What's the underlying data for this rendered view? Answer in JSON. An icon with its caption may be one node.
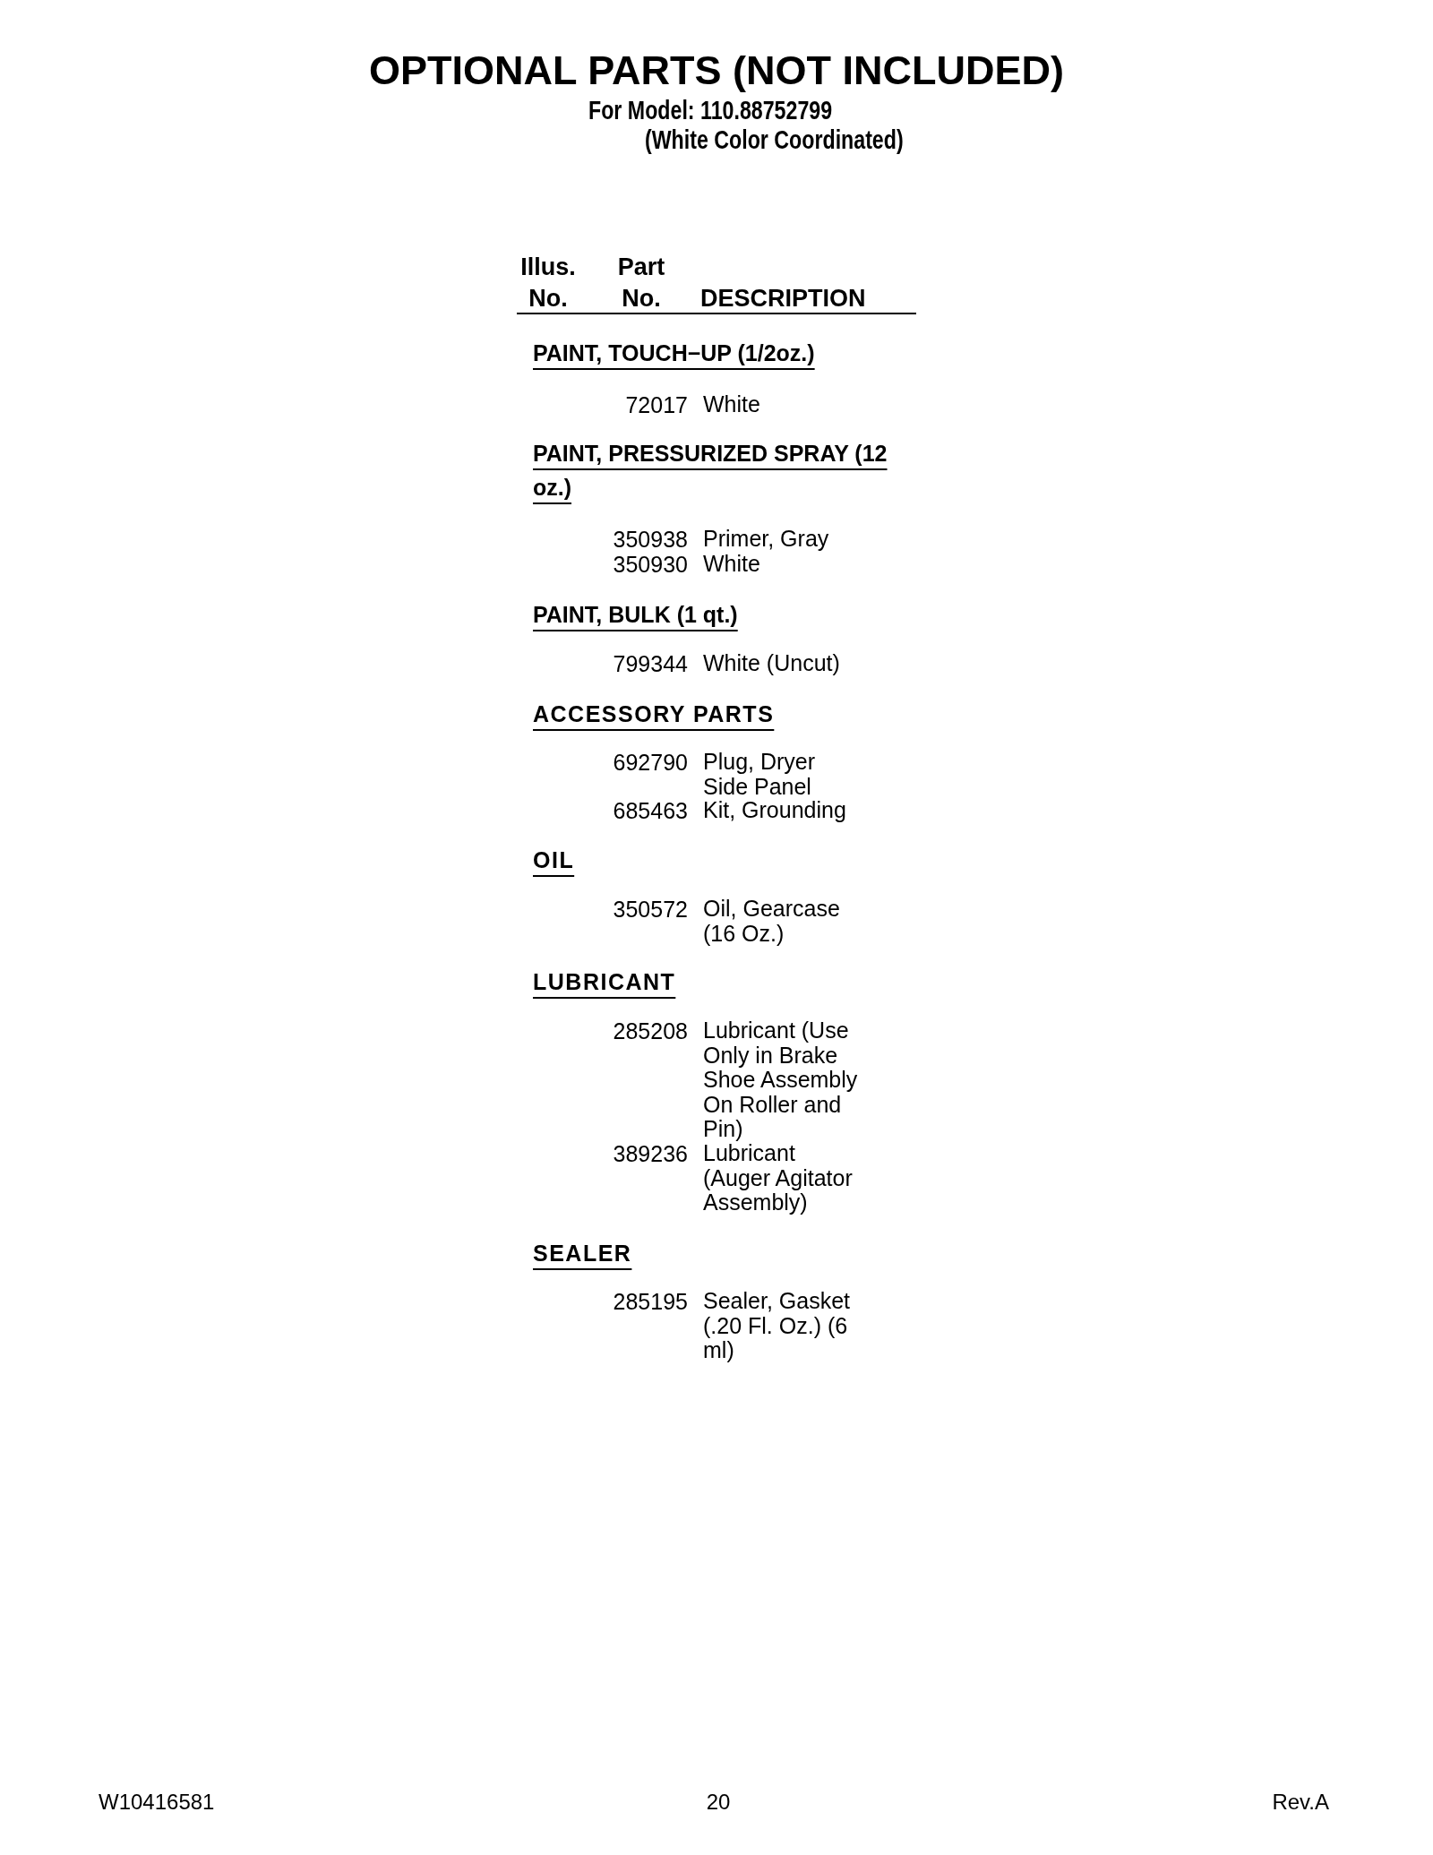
{
  "diagram": {
    "title": "OPTIONAL PARTS (NOT INCLUDED)",
    "labels": [
      "For Model: 110.88752799",
      "(White Color Coordinated)",
      "Illus. No.",
      "Part No.",
      "DESCRIPTION",
      "PAINT, TOUCH−UP (1/2oz.)",
      "72017",
      "White",
      "PAINT, PRESSURIZED SPRAY (12 oz.)",
      "350938",
      "Primer, Gray",
      "350930",
      "White",
      "PAINT, BULK (1 qt.)",
      "799344",
      "White (Uncut)",
      "ACCESSORY PARTS",
      "692790",
      "Plug, Dryer Side Panel",
      "685463",
      "Kit, Grounding",
      "OIL",
      "350572",
      "Oil, Gearcase (16 Oz.)",
      "LUBRICANT",
      "285208",
      "Lubricant (Use Only in Brake Shoe Assembly On Roller and Pin)",
      "389236",
      "Lubricant (Auger Agitator Assembly)",
      "SEALER",
      "285195",
      "Sealer, Gasket (.20 Fl. Oz.) (6 ml)",
      "W10416581",
      "20",
      "Rev.A"
    ]
  }
}
